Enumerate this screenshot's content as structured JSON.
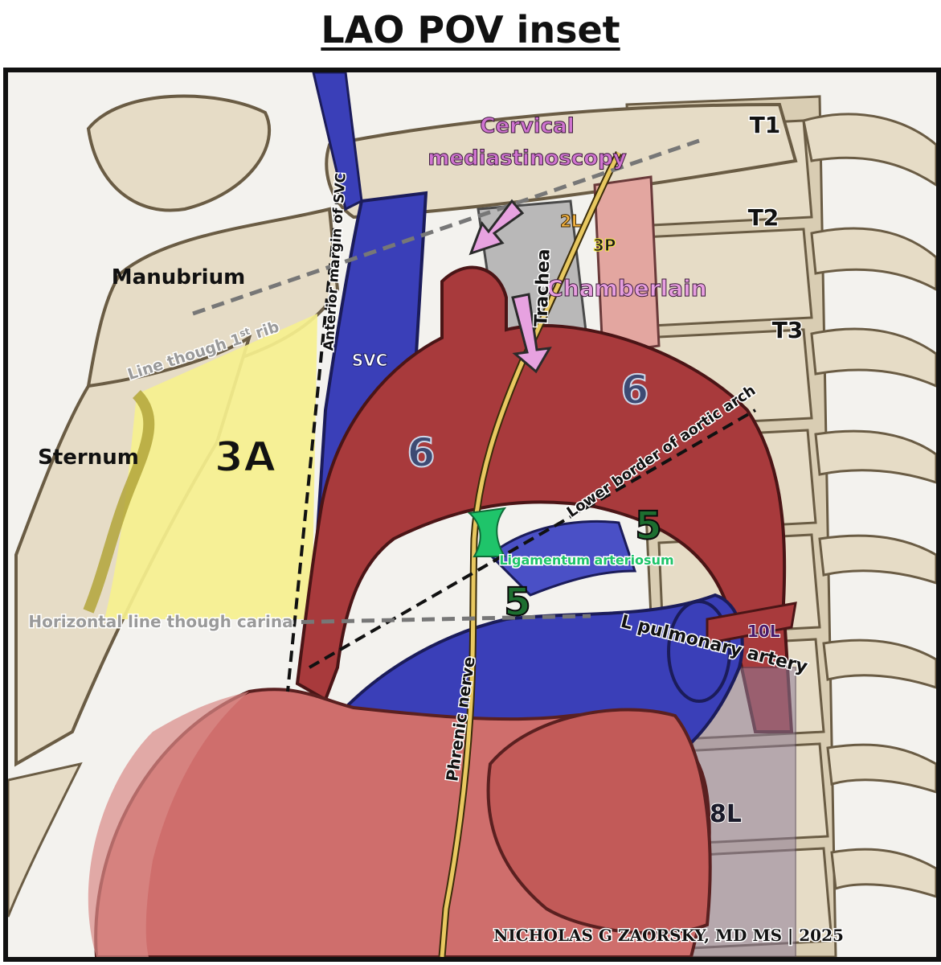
{
  "title": "LAO POV inset",
  "labels": {
    "t1": "T1",
    "t2": "T2",
    "t3": "T3",
    "manubrium": "Manubrium",
    "sternum": "Sternum",
    "svc": "SVC",
    "trachea": "Trachea",
    "cervical_line1": "Cervical",
    "cervical_line2": "mediastinoscopy",
    "chamberlain": "Chamberlain",
    "station_2l": "2L",
    "station_3p": "3P",
    "station_3a": "3A",
    "station_6_left": "6",
    "station_6_right": "6",
    "station_5_upper": "5",
    "station_5_lower": "5",
    "station_10l": "10L",
    "station_8l": "8L",
    "anterior_margin_svc": "Anterior margin of SVC",
    "line_1st_rib_pre": "Line though 1",
    "line_1st_rib_sup": "st",
    "line_1st_rib_post": " rib",
    "lower_border_arch": "Lower border of aortic arch",
    "ligamentum": "Ligamentum arteriosum",
    "horizontal_carina": "Horizontal line though carina",
    "l_pulmonary_artery": "L pulmonary artery",
    "phrenic_nerve": "Phrenic nerve",
    "credit": "NICHOLAS G ZAORSKY, MD MS | 2025"
  },
  "colors": {
    "bone": "#e6dcc6",
    "bone_shadow": "#b8a888",
    "aorta": "#a83a3c",
    "heart": "#cf6e6c",
    "vein_blue": "#3a3fb8",
    "station_3a": "#f6f08e",
    "nerve": "#e8c860",
    "arrow_pink": "#e7a2e0",
    "ligamentum_green": "#1fc46a",
    "station_6_text": "#3d4a73",
    "station_5_text": "#1d6e30",
    "station_3a_text": "#121212"
  }
}
